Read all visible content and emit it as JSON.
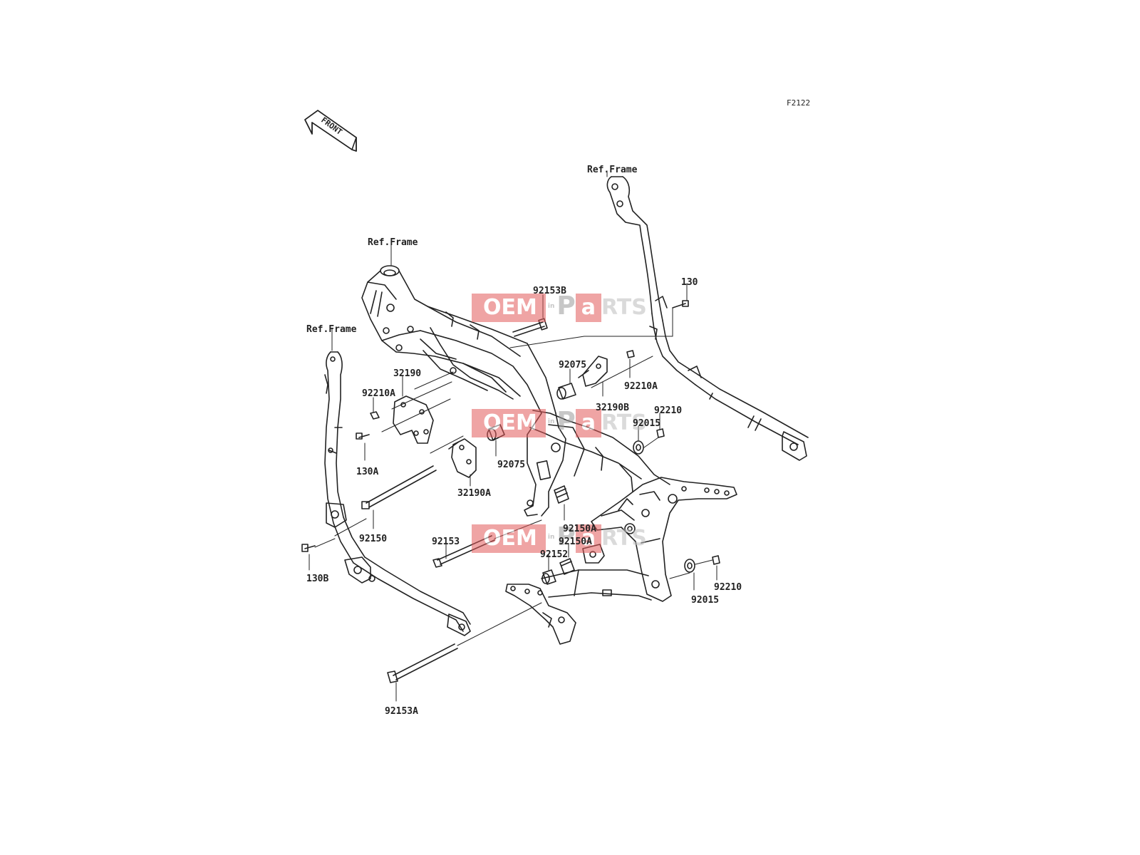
{
  "diagram_code": "F2122",
  "front_label": "FRONT",
  "watermark": {
    "oem": "OEM",
    "in": "in",
    "p": "P",
    "a": "a",
    "rts": "RTS"
  },
  "ref_labels": {
    "top_right": "Ref.Frame",
    "center": "Ref.Frame",
    "left": "Ref.Frame"
  },
  "parts": {
    "p130": "130",
    "p92153B": "92153B",
    "p92075_top": "92075",
    "p92210A_right": "92210A",
    "p32190B": "32190B",
    "p92210_upper": "92210",
    "p92015_upper": "92015",
    "p32190": "32190",
    "p92210A_left": "92210A",
    "p130A": "130A",
    "p92075_mid": "92075",
    "p32190A": "32190A",
    "p92150": "92150",
    "p92150A_1": "92150A",
    "p92150A_2": "92150A",
    "p92153": "92153",
    "p92152": "92152",
    "p130B": "130B",
    "p92210_lower": "92210",
    "p92015_lower": "92015",
    "p92153A": "92153A"
  },
  "colors": {
    "line": "#222222",
    "watermark_red": "#e25a5a"
  }
}
